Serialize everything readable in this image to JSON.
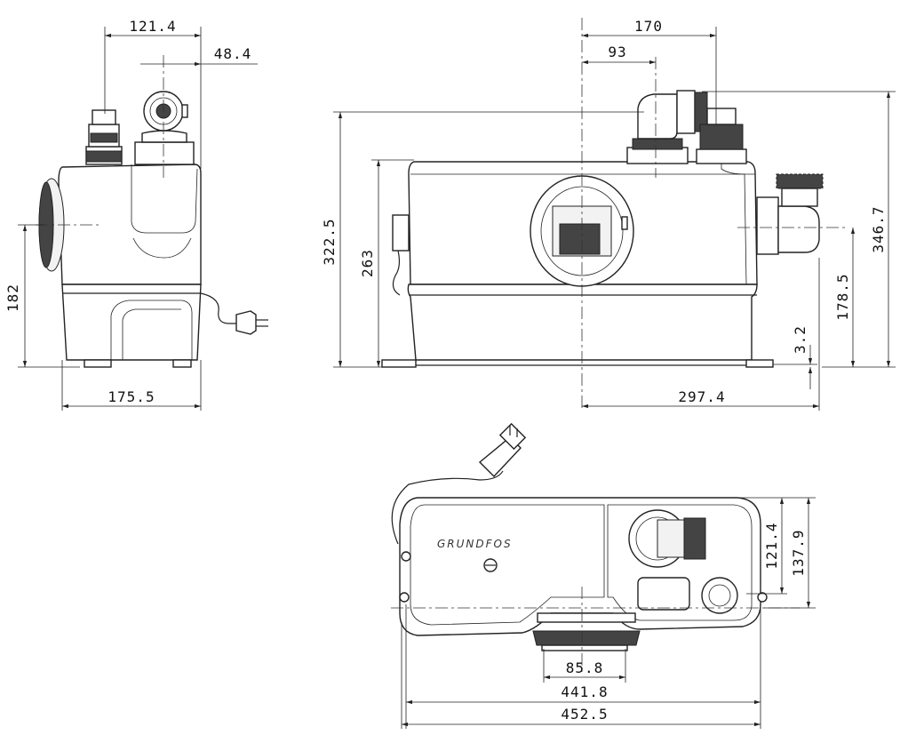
{
  "drawing": {
    "side_view": {
      "dim_top": "121.4",
      "dim_top_right": "48.4",
      "dim_height": "182",
      "dim_width": "175.5"
    },
    "front_view": {
      "dim_170": "170",
      "dim_93": "93",
      "dim_322_5": "322.5",
      "dim_263": "263",
      "dim_346_7": "346.7",
      "dim_178_5": "178.5",
      "dim_3_2": "3.2",
      "dim_297_4": "297.4"
    },
    "top_view": {
      "brand": "GRUNDFOS",
      "dim_121_4": "121.4",
      "dim_137_9": "137.9",
      "dim_85_8": "85.8",
      "dim_441_8": "441.8",
      "dim_452_5": "452.5"
    }
  }
}
